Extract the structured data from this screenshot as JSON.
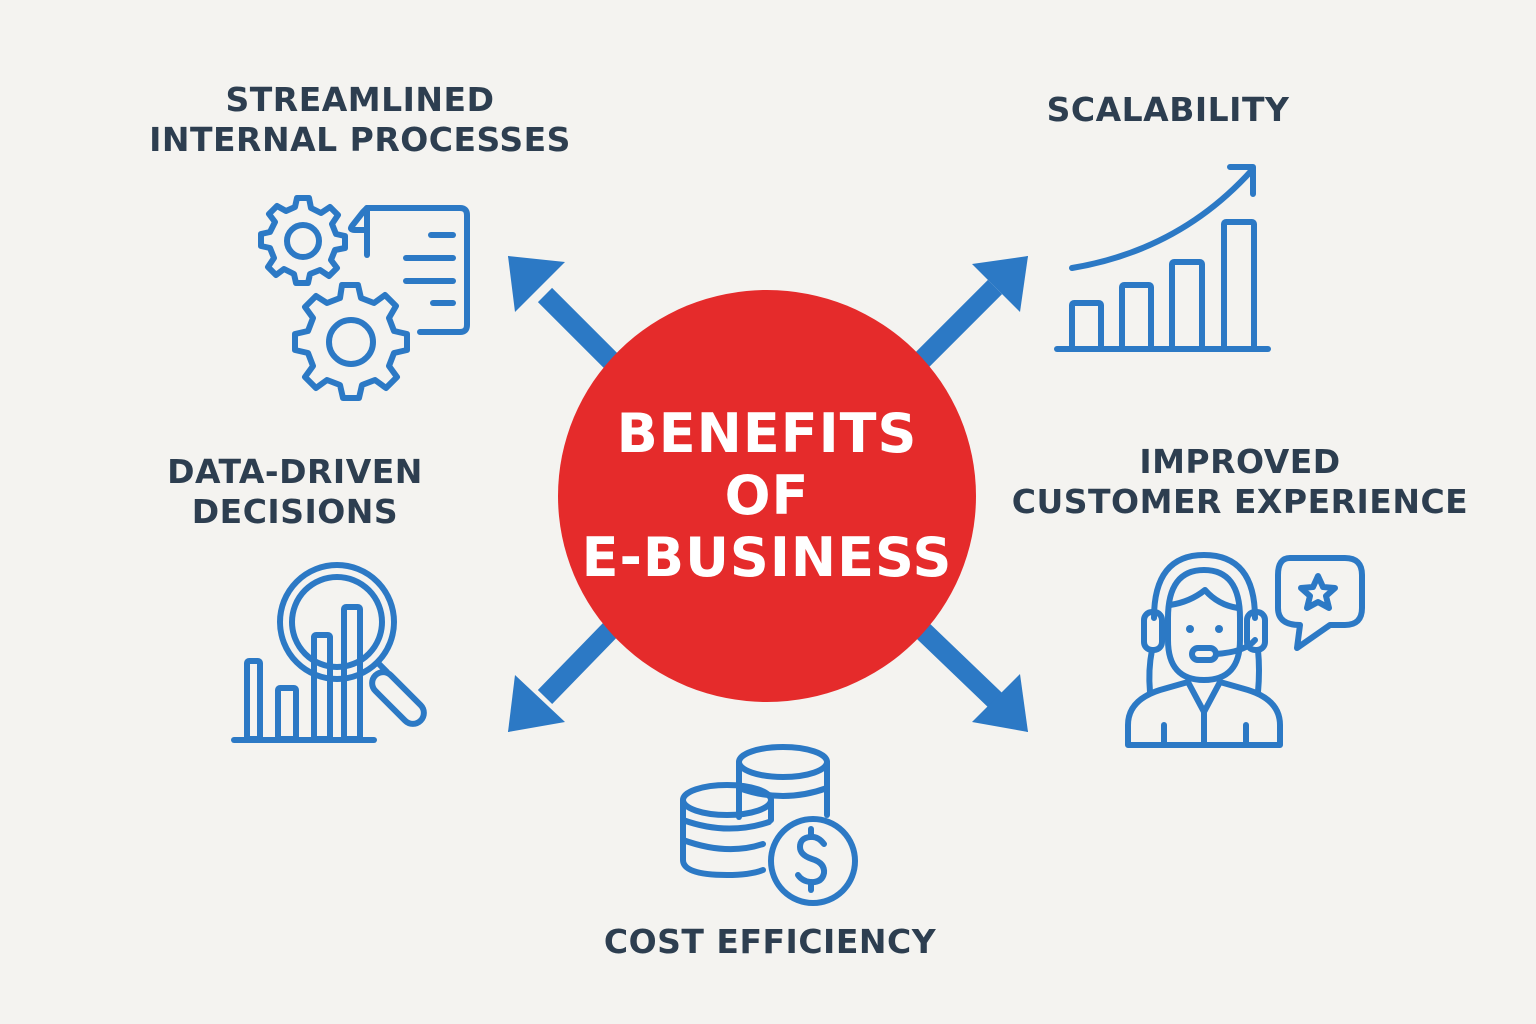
{
  "title": {
    "lines": [
      "BENEFITS",
      "OF",
      "E-BUSINESS"
    ]
  },
  "benefits": [
    {
      "id": "streamlined-internal-processes",
      "lines": [
        "STREAMLINED",
        "INTERNAL PROCESSES"
      ],
      "icon": "gears-document-icon",
      "position": "top-left"
    },
    {
      "id": "scalability",
      "lines": [
        "SCALABILITY"
      ],
      "icon": "growth-bar-chart-icon",
      "position": "top-right"
    },
    {
      "id": "data-driven-decisions",
      "lines": [
        "DATA-DRIVEN",
        "DECISIONS"
      ],
      "icon": "magnifier-chart-icon",
      "position": "middle-left"
    },
    {
      "id": "improved-customer-experience",
      "lines": [
        "IMPROVED",
        "CUSTOMER EXPERIENCE"
      ],
      "icon": "support-agent-star-icon",
      "position": "middle-right"
    },
    {
      "id": "cost-efficiency",
      "lines": [
        "COST EFFICIENCY"
      ],
      "icon": "coins-dollar-icon",
      "position": "bottom-center"
    }
  ],
  "arrows": [
    "up-left",
    "up-right",
    "down-left",
    "down-right"
  ],
  "colors": {
    "background": "#f4f3f0",
    "hub": "#e52b2b",
    "hub_text": "#ffffff",
    "accent_blue": "#2c79c5",
    "label_text": "#2d3e50"
  }
}
